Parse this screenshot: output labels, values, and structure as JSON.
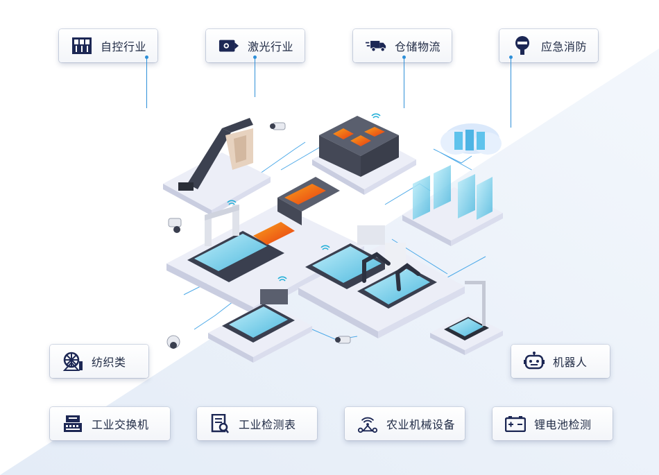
{
  "top_cards": [
    {
      "label": "自控行业",
      "icon": "control-cabinet-icon"
    },
    {
      "label": "激光行业",
      "icon": "laser-icon"
    },
    {
      "label": "仓储物流",
      "icon": "delivery-truck-icon"
    },
    {
      "label": "应急消防",
      "icon": "fire-hydrant-icon"
    }
  ],
  "mid_cards": [
    {
      "label": "纺织类",
      "icon": "spinning-wheel-icon"
    },
    {
      "label": "机器人",
      "icon": "robot-icon"
    }
  ],
  "bottom_cards": [
    {
      "label": "工业交换机",
      "icon": "network-switch-icon"
    },
    {
      "label": "工业检测表",
      "icon": "inspection-form-icon"
    },
    {
      "label": "农业机械设备",
      "icon": "agri-machine-icon"
    },
    {
      "label": "锂电池检测",
      "icon": "battery-icon"
    }
  ],
  "colors": {
    "icon_dark": "#1c2754",
    "accent_blue": "#2d8fd8",
    "platform": "#eef0f8",
    "machine_dark": "#3a3f4f",
    "heat_orange": "#f26a1b",
    "glass_cyan": "#7fd3ea"
  }
}
